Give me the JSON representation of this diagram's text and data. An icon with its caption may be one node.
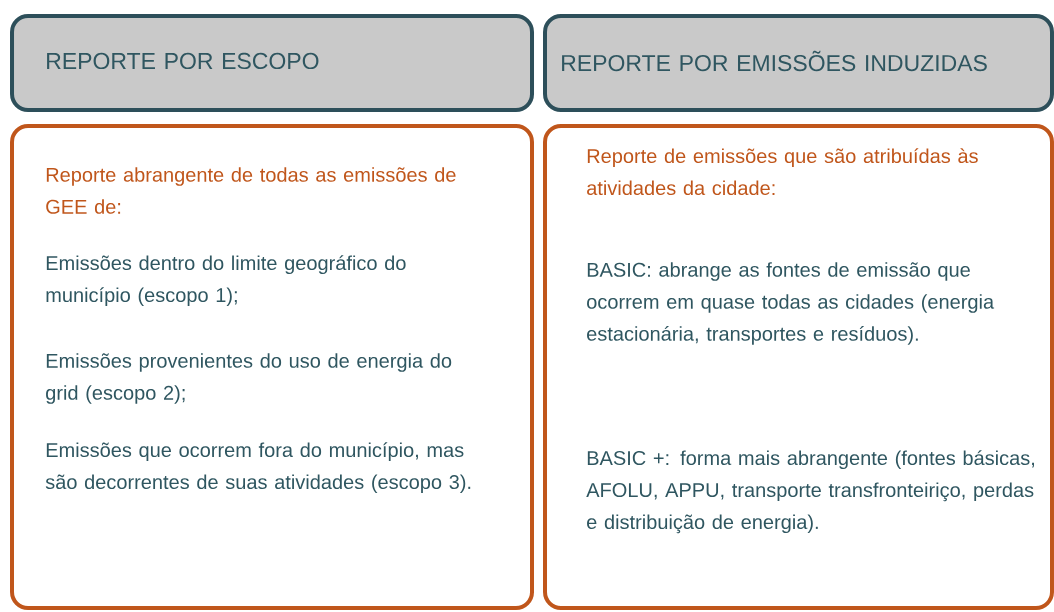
{
  "diagram": {
    "nodes": [
      {
        "text": [
          "REPORTE POR ESCOPO"
        ]
      },
      {
        "text": [
          "REPORTE POR EMISSÕES INDUZIDAS"
        ]
      },
      {
        "text": [
          "Reporte abrangente de todas as emissões de GEE de:",
          "Emissões dentro do limite geográfico do município (escopo 1);",
          "Emissões provenientes do uso de energia do grid (escopo 2);",
          "Emissões que ocorrem fora do município, mas são decorrentes de suas atividades (escopo 3)."
        ]
      },
      {
        "text": [
          "Reporte de emissões que são atribuídas às atividades da cidade:",
          "BASIC: abrange as fontes de emissão que ocorrem em quase todas as cidades (energia estacionária, transportes e resíduos).",
          "BASIC +: forma mais abrangente (fontes básicas, AFOLU, APPU, transporte transfronteiriço, perdas e distribuição de energia)."
        ]
      }
    ]
  }
}
